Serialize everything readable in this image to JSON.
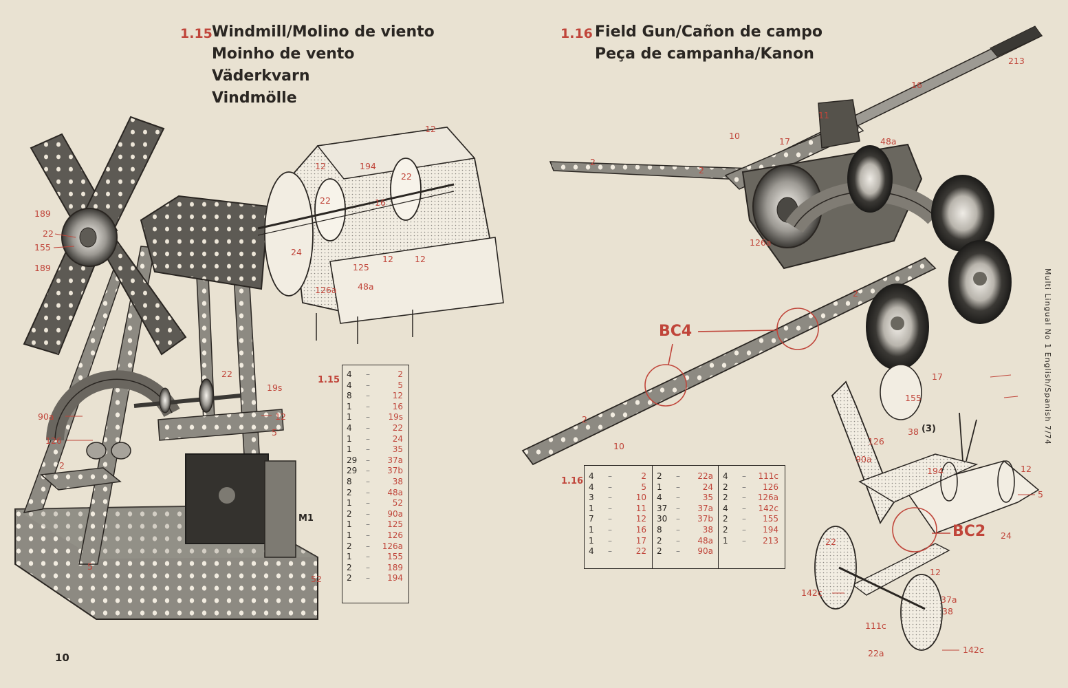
{
  "page_number": "10",
  "side_text": "Multi Lingual No 1 English/Spanish 7/74",
  "models": [
    {
      "number": "1.15",
      "title_lines": [
        "Windmill/Molino de viento",
        "Moinho de vento",
        "Väderkvarn",
        "Vindmölle"
      ],
      "parts_tag": "1.15",
      "parts": [
        {
          "qty": "4",
          "part": "2"
        },
        {
          "qty": "4",
          "part": "5"
        },
        {
          "qty": "8",
          "part": "12"
        },
        {
          "qty": "1",
          "part": "16"
        },
        {
          "qty": "1",
          "part": "19s"
        },
        {
          "qty": "4",
          "part": "22"
        },
        {
          "qty": "1",
          "part": "24"
        },
        {
          "qty": "1",
          "part": "35"
        },
        {
          "qty": "29",
          "part": "37a"
        },
        {
          "qty": "29",
          "part": "37b"
        },
        {
          "qty": "8",
          "part": "38"
        },
        {
          "qty": "2",
          "part": "48a"
        },
        {
          "qty": "1",
          "part": "52"
        },
        {
          "qty": "2",
          "part": "90a"
        },
        {
          "qty": "1",
          "part": "125"
        },
        {
          "qty": "1",
          "part": "126"
        },
        {
          "qty": "2",
          "part": "126a"
        },
        {
          "qty": "1",
          "part": "155"
        },
        {
          "qty": "2",
          "part": "189"
        },
        {
          "qty": "2",
          "part": "194"
        }
      ]
    },
    {
      "number": "1.16",
      "title_lines": [
        "Field Gun/Cañon de campo",
        "Peça de campanha/Kanon"
      ],
      "parts_tag": "1.16",
      "parts_columns": [
        [
          {
            "qty": "4",
            "part": "2"
          },
          {
            "qty": "4",
            "part": "5"
          },
          {
            "qty": "3",
            "part": "10"
          },
          {
            "qty": "1",
            "part": "11"
          },
          {
            "qty": "7",
            "part": "12"
          },
          {
            "qty": "1",
            "part": "16"
          },
          {
            "qty": "1",
            "part": "17"
          },
          {
            "qty": "4",
            "part": "22"
          }
        ],
        [
          {
            "qty": "2",
            "part": "22a"
          },
          {
            "qty": "1",
            "part": "24"
          },
          {
            "qty": "4",
            "part": "35"
          },
          {
            "qty": "37",
            "part": "37a"
          },
          {
            "qty": "30",
            "part": "37b"
          },
          {
            "qty": "8",
            "part": "38"
          },
          {
            "qty": "2",
            "part": "48a"
          },
          {
            "qty": "2",
            "part": "90a"
          }
        ],
        [
          {
            "qty": "4",
            "part": "111c"
          },
          {
            "qty": "2",
            "part": "126"
          },
          {
            "qty": "2",
            "part": "126a"
          },
          {
            "qty": "4",
            "part": "142c"
          },
          {
            "qty": "2",
            "part": "155"
          },
          {
            "qty": "2",
            "part": "194"
          },
          {
            "qty": "1",
            "part": "213"
          }
        ]
      ]
    }
  ],
  "labels": {
    "l189a": "189",
    "l22a": "22",
    "l155": "155",
    "l189b": "189",
    "l90a": "90a",
    "l126": "126",
    "l2": "2",
    "l5": "5",
    "l22b": "22",
    "l19s": "19s",
    "l12": "12",
    "l5b": "5",
    "lM1": "M1",
    "l52": "52",
    "d127": "12",
    "d194": "194",
    "d22": "22",
    "d16": "16",
    "d122": "12",
    "d24": "24",
    "d125": "125",
    "d12a": "12",
    "d12b": "12",
    "d126a": "126a",
    "d48a": "48a",
    "d12c": "12",
    "d22b": "22",
    "g213": "213",
    "g16": "16",
    "g11": "11",
    "g10": "10",
    "g17": "17",
    "g48a": "48a",
    "g2a": "2",
    "g2b": "2",
    "g126a": "126a",
    "gBC4": "BC4",
    "g2c": "2",
    "g10b": "10",
    "g2d": "2",
    "e17": "17",
    "e155": "155",
    "e38": "38",
    "e3": "(3)",
    "e12": "12",
    "e194": "194",
    "e90a": "90a",
    "e126": "126",
    "e5": "5",
    "e24": "24",
    "eBC2": "BC2",
    "e12b": "12",
    "e22": "22",
    "e142c": "142c",
    "e111c": "111c",
    "e37a": "37a",
    "e38b": "38",
    "e22a": "22a",
    "e142cb": "142c"
  }
}
